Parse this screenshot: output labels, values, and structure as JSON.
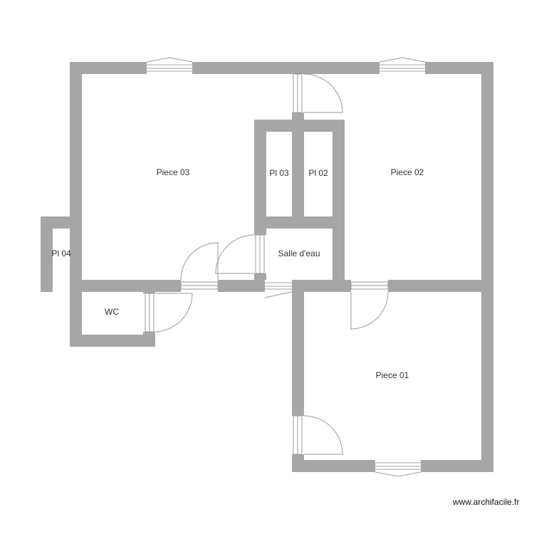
{
  "rooms": {
    "piece_01": "Piece 01",
    "piece_02": "Piece 02",
    "piece_03": "Piece 03",
    "pl_02": "Pl 02",
    "pl_03": "Pl 03",
    "pl_04": "Pl 04",
    "salle_deau": "Salle d'eau",
    "wc": "WC"
  },
  "footer": {
    "watermark": "www.archifacile.fr"
  },
  "colors": {
    "wall": "#a6a6a6",
    "background": "#ffffff"
  }
}
